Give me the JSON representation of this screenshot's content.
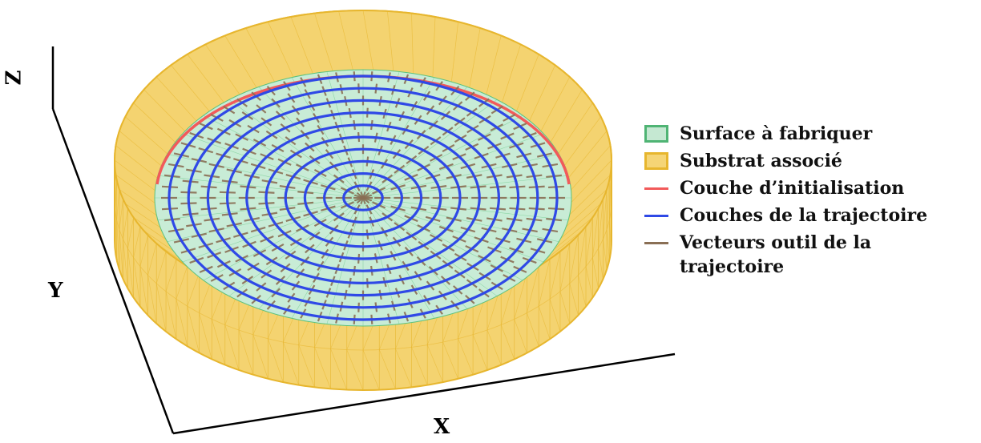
{
  "axes": {
    "z": "Z",
    "y": "Y",
    "x": "X"
  },
  "legend": [
    {
      "label": "Surface à fabriquer",
      "kind": "box",
      "fill": "#c5e8d2",
      "stroke": "#4fb474"
    },
    {
      "label": "Substrat associé",
      "kind": "box",
      "fill": "#f5d576",
      "stroke": "#e7b62e"
    },
    {
      "label": "Couche d’initialisation",
      "kind": "line",
      "color": "#f25a5a"
    },
    {
      "label": "Couches de la trajectoire",
      "kind": "line",
      "color": "#2f49e6"
    },
    {
      "label": "Vecteurs outil de la trajectoire",
      "kind": "line",
      "color": "#8a6f55"
    }
  ],
  "colors": {
    "substrate_fill": "#f4d370",
    "substrate_edge": "#e7b62e",
    "surface_fill": "#c8ecd6",
    "surface_mesh": "#5cc27e",
    "init_layer": "#f25a5a",
    "trajectory_layers": "#2f49e6",
    "tool_vectors": "#8a6f55"
  }
}
